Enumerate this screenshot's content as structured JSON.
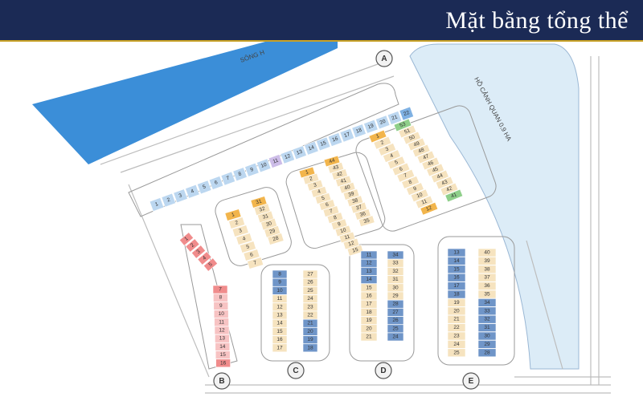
{
  "header": {
    "title": "Mặt bằng tổng thể",
    "bar_color": "#1b2a55",
    "accent_line_color": "#c9a227"
  },
  "map_labels": {
    "river": "SÔNG H",
    "lake": "HỒ CẢNH QUAN 0,9 HA"
  },
  "zone_colors": {
    "river": "#3b8ed8",
    "lake": "#dcecf7",
    "blue_lot": "#bcd7f0",
    "lavender_lot": "#cdbde8",
    "peach_lot": "#f6e3bf",
    "orange_lot": "#f2b54c",
    "green_lot": "#8fcf8a",
    "red_lot": "#f08c8c",
    "pink_lot": "#f7c3c3",
    "dark_blue_lot": "#6f95c8"
  },
  "zones": [
    {
      "letter": "A"
    },
    {
      "letter": "B"
    },
    {
      "letter": "C"
    },
    {
      "letter": "D"
    },
    {
      "letter": "E"
    }
  ],
  "rows": {
    "a_strip": [
      "1",
      "2",
      "3",
      "4",
      "5",
      "6",
      "7",
      "8",
      "9",
      "10",
      "11",
      "12",
      "13",
      "14",
      "15",
      "16",
      "17",
      "18",
      "19",
      "20",
      "21",
      "22"
    ],
    "b_top": [
      "1",
      "2",
      "3",
      "4",
      "5"
    ],
    "b_lower": [
      "7",
      "8",
      "9",
      "10",
      "11",
      "12",
      "13",
      "14",
      "15",
      "16"
    ],
    "c_top_left": [
      "1",
      "2",
      "3",
      "4",
      "5",
      "6",
      "7"
    ],
    "c_top_right": [
      "31",
      "32",
      "31",
      "30",
      "29",
      "28"
    ],
    "c_bot_left": [
      "8",
      "9",
      "10",
      "11",
      "12",
      "13",
      "14",
      "15",
      "16",
      "17"
    ],
    "c_bot_right": [
      "27",
      "26",
      "25",
      "24",
      "23",
      "22",
      "21",
      "20",
      "19",
      "18"
    ],
    "d_top_left": [
      "1",
      "2",
      "3",
      "4",
      "5",
      "6",
      "7",
      "8",
      "9",
      "10",
      "11",
      "12",
      "15"
    ],
    "d_top_right": [
      "44",
      "43",
      "42",
      "41",
      "40",
      "39",
      "38",
      "37",
      "36",
      "35"
    ],
    "d_bot_left": [
      "11",
      "12",
      "13",
      "14",
      "15",
      "16",
      "17",
      "18",
      "19",
      "20",
      "21"
    ],
    "d_bot_right": [
      "34",
      "33",
      "32",
      "31",
      "30",
      "29",
      "28",
      "27",
      "26",
      "25",
      "24"
    ],
    "a_block_left": [
      "1",
      "2",
      "3",
      "4",
      "5",
      "6",
      "7",
      "8",
      "9",
      "10",
      "11",
      "12"
    ],
    "a_block_right": [
      "53",
      "51",
      "50",
      "49",
      "48",
      "47",
      "46",
      "45",
      "44",
      "43",
      "42",
      "41"
    ],
    "e_left": [
      "13",
      "14",
      "15",
      "16",
      "17",
      "18",
      "19",
      "20",
      "21",
      "22",
      "23",
      "24",
      "25"
    ],
    "e_right": [
      "40",
      "39",
      "38",
      "37",
      "36",
      "35",
      "34",
      "33",
      "32",
      "31",
      "30",
      "29",
      "28"
    ]
  }
}
